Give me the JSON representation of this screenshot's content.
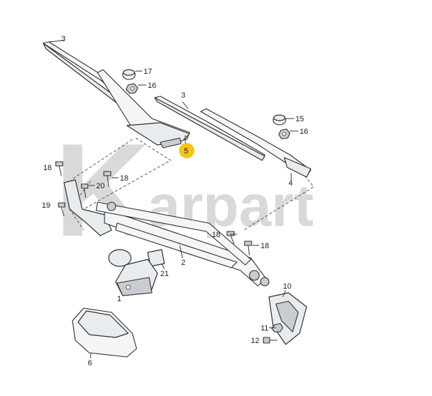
{
  "watermark": {
    "letter": "K",
    "text": "arpart",
    "color": "#d9d9d9"
  },
  "highlight_color": "#f5c518",
  "callouts": {
    "c3a": "3",
    "c17": "17",
    "c16a": "16",
    "c3b": "3",
    "c15": "15",
    "c16b": "16",
    "c5": "5",
    "c4": "4",
    "c18a": "18",
    "c20": "20",
    "c18b": "18",
    "c19": "19",
    "c18c": "18",
    "c18d": "18",
    "c2": "2",
    "c21": "21",
    "c1": "1",
    "c10": "10",
    "c11": "11",
    "c12": "12",
    "c6": "6"
  }
}
